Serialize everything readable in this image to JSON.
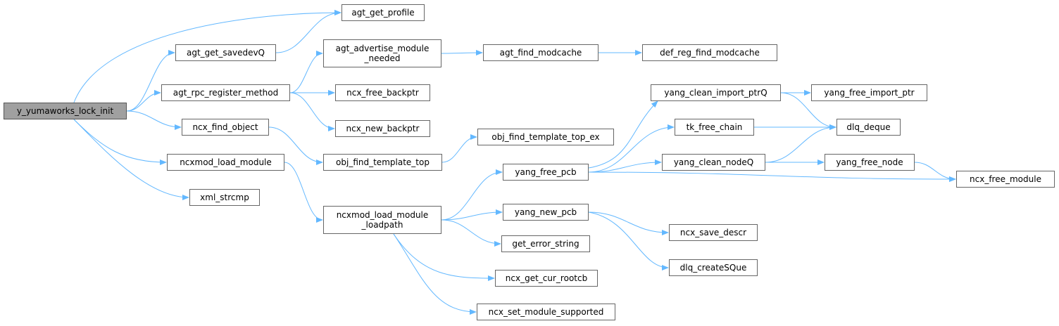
{
  "graph": {
    "edge_color": "#63b8ff",
    "root_fill": "#a0a0a0",
    "nodes": [
      {
        "id": "y_yumaworks_lock_init",
        "label": "y_yumaworks_lock_init",
        "root": true
      },
      {
        "id": "agt_get_profile",
        "label": "agt_get_profile"
      },
      {
        "id": "agt_get_savedevQ",
        "label": "agt_get_savedevQ"
      },
      {
        "id": "agt_rpc_register_method",
        "label": "agt_rpc_register_method"
      },
      {
        "id": "ncx_find_object",
        "label": "ncx_find_object"
      },
      {
        "id": "ncxmod_load_module",
        "label": "ncxmod_load_module"
      },
      {
        "id": "xml_strcmp",
        "label": "xml_strcmp"
      },
      {
        "id": "agt_advertise_module_needed",
        "label": "agt_advertise_module\n_needed"
      },
      {
        "id": "ncx_free_backptr",
        "label": "ncx_free_backptr"
      },
      {
        "id": "ncx_new_backptr",
        "label": "ncx_new_backptr"
      },
      {
        "id": "obj_find_template_top",
        "label": "obj_find_template_top"
      },
      {
        "id": "ncxmod_load_module_loadpath",
        "label": "ncxmod_load_module\n_loadpath"
      },
      {
        "id": "agt_find_modcache",
        "label": "agt_find_modcache"
      },
      {
        "id": "def_reg_find_modcache",
        "label": "def_reg_find_modcache"
      },
      {
        "id": "obj_find_template_top_ex",
        "label": "obj_find_template_top_ex"
      },
      {
        "id": "yang_free_pcb",
        "label": "yang_free_pcb"
      },
      {
        "id": "yang_new_pcb",
        "label": "yang_new_pcb"
      },
      {
        "id": "get_error_string",
        "label": "get_error_string"
      },
      {
        "id": "ncx_get_cur_rootcb",
        "label": "ncx_get_cur_rootcb"
      },
      {
        "id": "ncx_set_module_supported",
        "label": "ncx_set_module_supported"
      },
      {
        "id": "yang_clean_import_ptrQ",
        "label": "yang_clean_import_ptrQ"
      },
      {
        "id": "tk_free_chain",
        "label": "tk_free_chain"
      },
      {
        "id": "yang_clean_nodeQ",
        "label": "yang_clean_nodeQ"
      },
      {
        "id": "ncx_save_descr",
        "label": "ncx_save_descr"
      },
      {
        "id": "dlq_createSQue",
        "label": "dlq_createSQue"
      },
      {
        "id": "yang_free_import_ptr",
        "label": "yang_free_import_ptr"
      },
      {
        "id": "dlq_deque",
        "label": "dlq_deque"
      },
      {
        "id": "yang_free_node",
        "label": "yang_free_node"
      },
      {
        "id": "ncx_free_module",
        "label": "ncx_free_module"
      }
    ],
    "edges": [
      [
        "y_yumaworks_lock_init",
        "agt_get_profile"
      ],
      [
        "y_yumaworks_lock_init",
        "agt_get_savedevQ"
      ],
      [
        "y_yumaworks_lock_init",
        "agt_rpc_register_method"
      ],
      [
        "y_yumaworks_lock_init",
        "ncx_find_object"
      ],
      [
        "y_yumaworks_lock_init",
        "ncxmod_load_module"
      ],
      [
        "y_yumaworks_lock_init",
        "xml_strcmp"
      ],
      [
        "agt_get_savedevQ",
        "agt_get_profile"
      ],
      [
        "agt_rpc_register_method",
        "agt_advertise_module_needed"
      ],
      [
        "agt_rpc_register_method",
        "ncx_free_backptr"
      ],
      [
        "agt_rpc_register_method",
        "ncx_new_backptr"
      ],
      [
        "agt_advertise_module_needed",
        "agt_find_modcache"
      ],
      [
        "agt_find_modcache",
        "def_reg_find_modcache"
      ],
      [
        "ncx_find_object",
        "obj_find_template_top"
      ],
      [
        "obj_find_template_top",
        "obj_find_template_top_ex"
      ],
      [
        "ncxmod_load_module",
        "ncxmod_load_module_loadpath"
      ],
      [
        "ncxmod_load_module_loadpath",
        "yang_free_pcb"
      ],
      [
        "ncxmod_load_module_loadpath",
        "yang_new_pcb"
      ],
      [
        "ncxmod_load_module_loadpath",
        "get_error_string"
      ],
      [
        "ncxmod_load_module_loadpath",
        "ncx_get_cur_rootcb"
      ],
      [
        "ncxmod_load_module_loadpath",
        "ncx_set_module_supported"
      ],
      [
        "yang_free_pcb",
        "yang_clean_import_ptrQ"
      ],
      [
        "yang_free_pcb",
        "tk_free_chain"
      ],
      [
        "yang_free_pcb",
        "yang_clean_nodeQ"
      ],
      [
        "yang_free_pcb",
        "ncx_free_module"
      ],
      [
        "yang_clean_import_ptrQ",
        "yang_free_import_ptr"
      ],
      [
        "yang_clean_import_ptrQ",
        "dlq_deque"
      ],
      [
        "tk_free_chain",
        "dlq_deque"
      ],
      [
        "yang_clean_nodeQ",
        "dlq_deque"
      ],
      [
        "yang_clean_nodeQ",
        "yang_free_node"
      ],
      [
        "yang_free_node",
        "ncx_free_module"
      ],
      [
        "yang_new_pcb",
        "ncx_save_descr"
      ],
      [
        "yang_new_pcb",
        "dlq_createSQue"
      ]
    ]
  }
}
